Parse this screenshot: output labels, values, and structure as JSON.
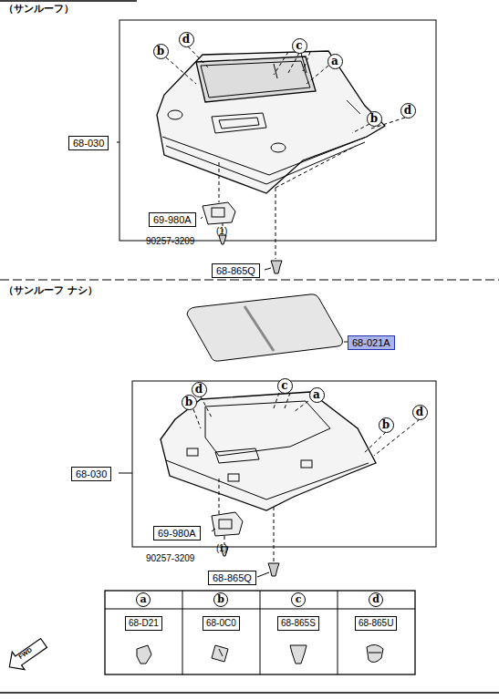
{
  "diagram": {
    "nodes": [
      {
        "text": [
          "b"
        ]
      },
      {
        "text": [
          "d"
        ]
      },
      {
        "text": [
          "c"
        ]
      },
      {
        "text": [
          "a"
        ]
      },
      {
        "text": [
          "b"
        ]
      },
      {
        "text": [
          "d"
        ]
      },
      {
        "text": [
          "68-030"
        ]
      },
      {
        "text": [
          "69-980A"
        ]
      },
      {
        "text": [
          "68-865Q"
        ]
      },
      {
        "text": [
          "68-021A"
        ]
      },
      {
        "text": [
          "d"
        ]
      },
      {
        "text": [
          "b"
        ]
      },
      {
        "text": [
          "c"
        ]
      },
      {
        "text": [
          "a"
        ]
      },
      {
        "text": [
          "d"
        ]
      },
      {
        "text": [
          "b"
        ]
      },
      {
        "text": [
          "68-030"
        ]
      },
      {
        "text": [
          "69-980A"
        ]
      },
      {
        "text": [
          "68-865Q"
        ]
      }
    ],
    "labels": [
      "（サンルーフ）",
      "(1)",
      "90257-3209",
      "（サンルーフ ナシ）",
      "(1)",
      "90257-3209",
      "a",
      "b",
      "c",
      "d",
      "68-D21",
      "68-0C0",
      "68-865S",
      "68-865U",
      "FWD"
    ]
  }
}
